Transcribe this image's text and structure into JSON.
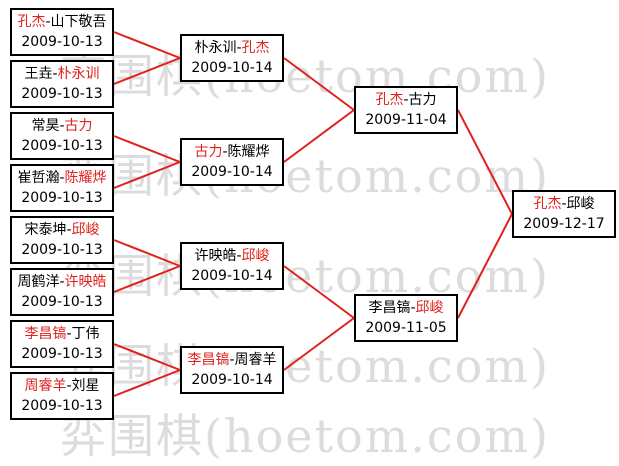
{
  "watermark": {
    "lines": [
      "弈围棋(hoetom.com)",
      "弈围棋(hoetom.com)",
      "弈围棋(hoetom.com)",
      "弈围棋(hoetom.com)",
      "弈围棋(hoetom.com)"
    ]
  },
  "colors": {
    "winner": "#e0211d",
    "connector": "#e0211d",
    "border": "#000000"
  },
  "round1": [
    {
      "p1": "孔杰",
      "sep": "-",
      "p2": "山下敬吾",
      "winner": 1,
      "date": "2009-10-13"
    },
    {
      "p1": "王垚",
      "sep": "-",
      "p2": "朴永训",
      "winner": 2,
      "date": "2009-10-13"
    },
    {
      "p1": "常昊",
      "sep": "-",
      "p2": "古力",
      "winner": 2,
      "date": "2009-10-13"
    },
    {
      "p1": "崔哲瀚",
      "sep": "-",
      "p2": "陈耀烨",
      "winner": 2,
      "date": "2009-10-13"
    },
    {
      "p1": "宋泰坤",
      "sep": "-",
      "p2": "邱峻",
      "winner": 2,
      "date": "2009-10-13"
    },
    {
      "p1": "周鹤洋",
      "sep": "-",
      "p2": "许映皓",
      "winner": 2,
      "date": "2009-10-13"
    },
    {
      "p1": "李昌镐",
      "sep": "-",
      "p2": "丁伟",
      "winner": 1,
      "date": "2009-10-13"
    },
    {
      "p1": "周睿羊",
      "sep": "-",
      "p2": "刘星",
      "winner": 1,
      "date": "2009-10-13"
    }
  ],
  "round2": [
    {
      "p1": "朴永训",
      "sep": "-",
      "p2": "孔杰",
      "winner": 2,
      "date": "2009-10-14"
    },
    {
      "p1": "古力",
      "sep": "-",
      "p2": "陈耀烨",
      "winner": 1,
      "date": "2009-10-14"
    },
    {
      "p1": "许映皓",
      "sep": "-",
      "p2": "邱峻",
      "winner": 2,
      "date": "2009-10-14"
    },
    {
      "p1": "李昌镐",
      "sep": "-",
      "p2": "周睿羊",
      "winner": 1,
      "date": "2009-10-14"
    }
  ],
  "round3": [
    {
      "p1": "孔杰",
      "sep": "-",
      "p2": "古力",
      "winner": 1,
      "date": "2009-11-04"
    },
    {
      "p1": "李昌镐",
      "sep": "-",
      "p2": "邱峻",
      "winner": 2,
      "date": "2009-11-05"
    }
  ],
  "final": [
    {
      "p1": "孔杰",
      "sep": "-",
      "p2": "邱峻",
      "winner": 1,
      "date": "2009-12-17"
    }
  ]
}
